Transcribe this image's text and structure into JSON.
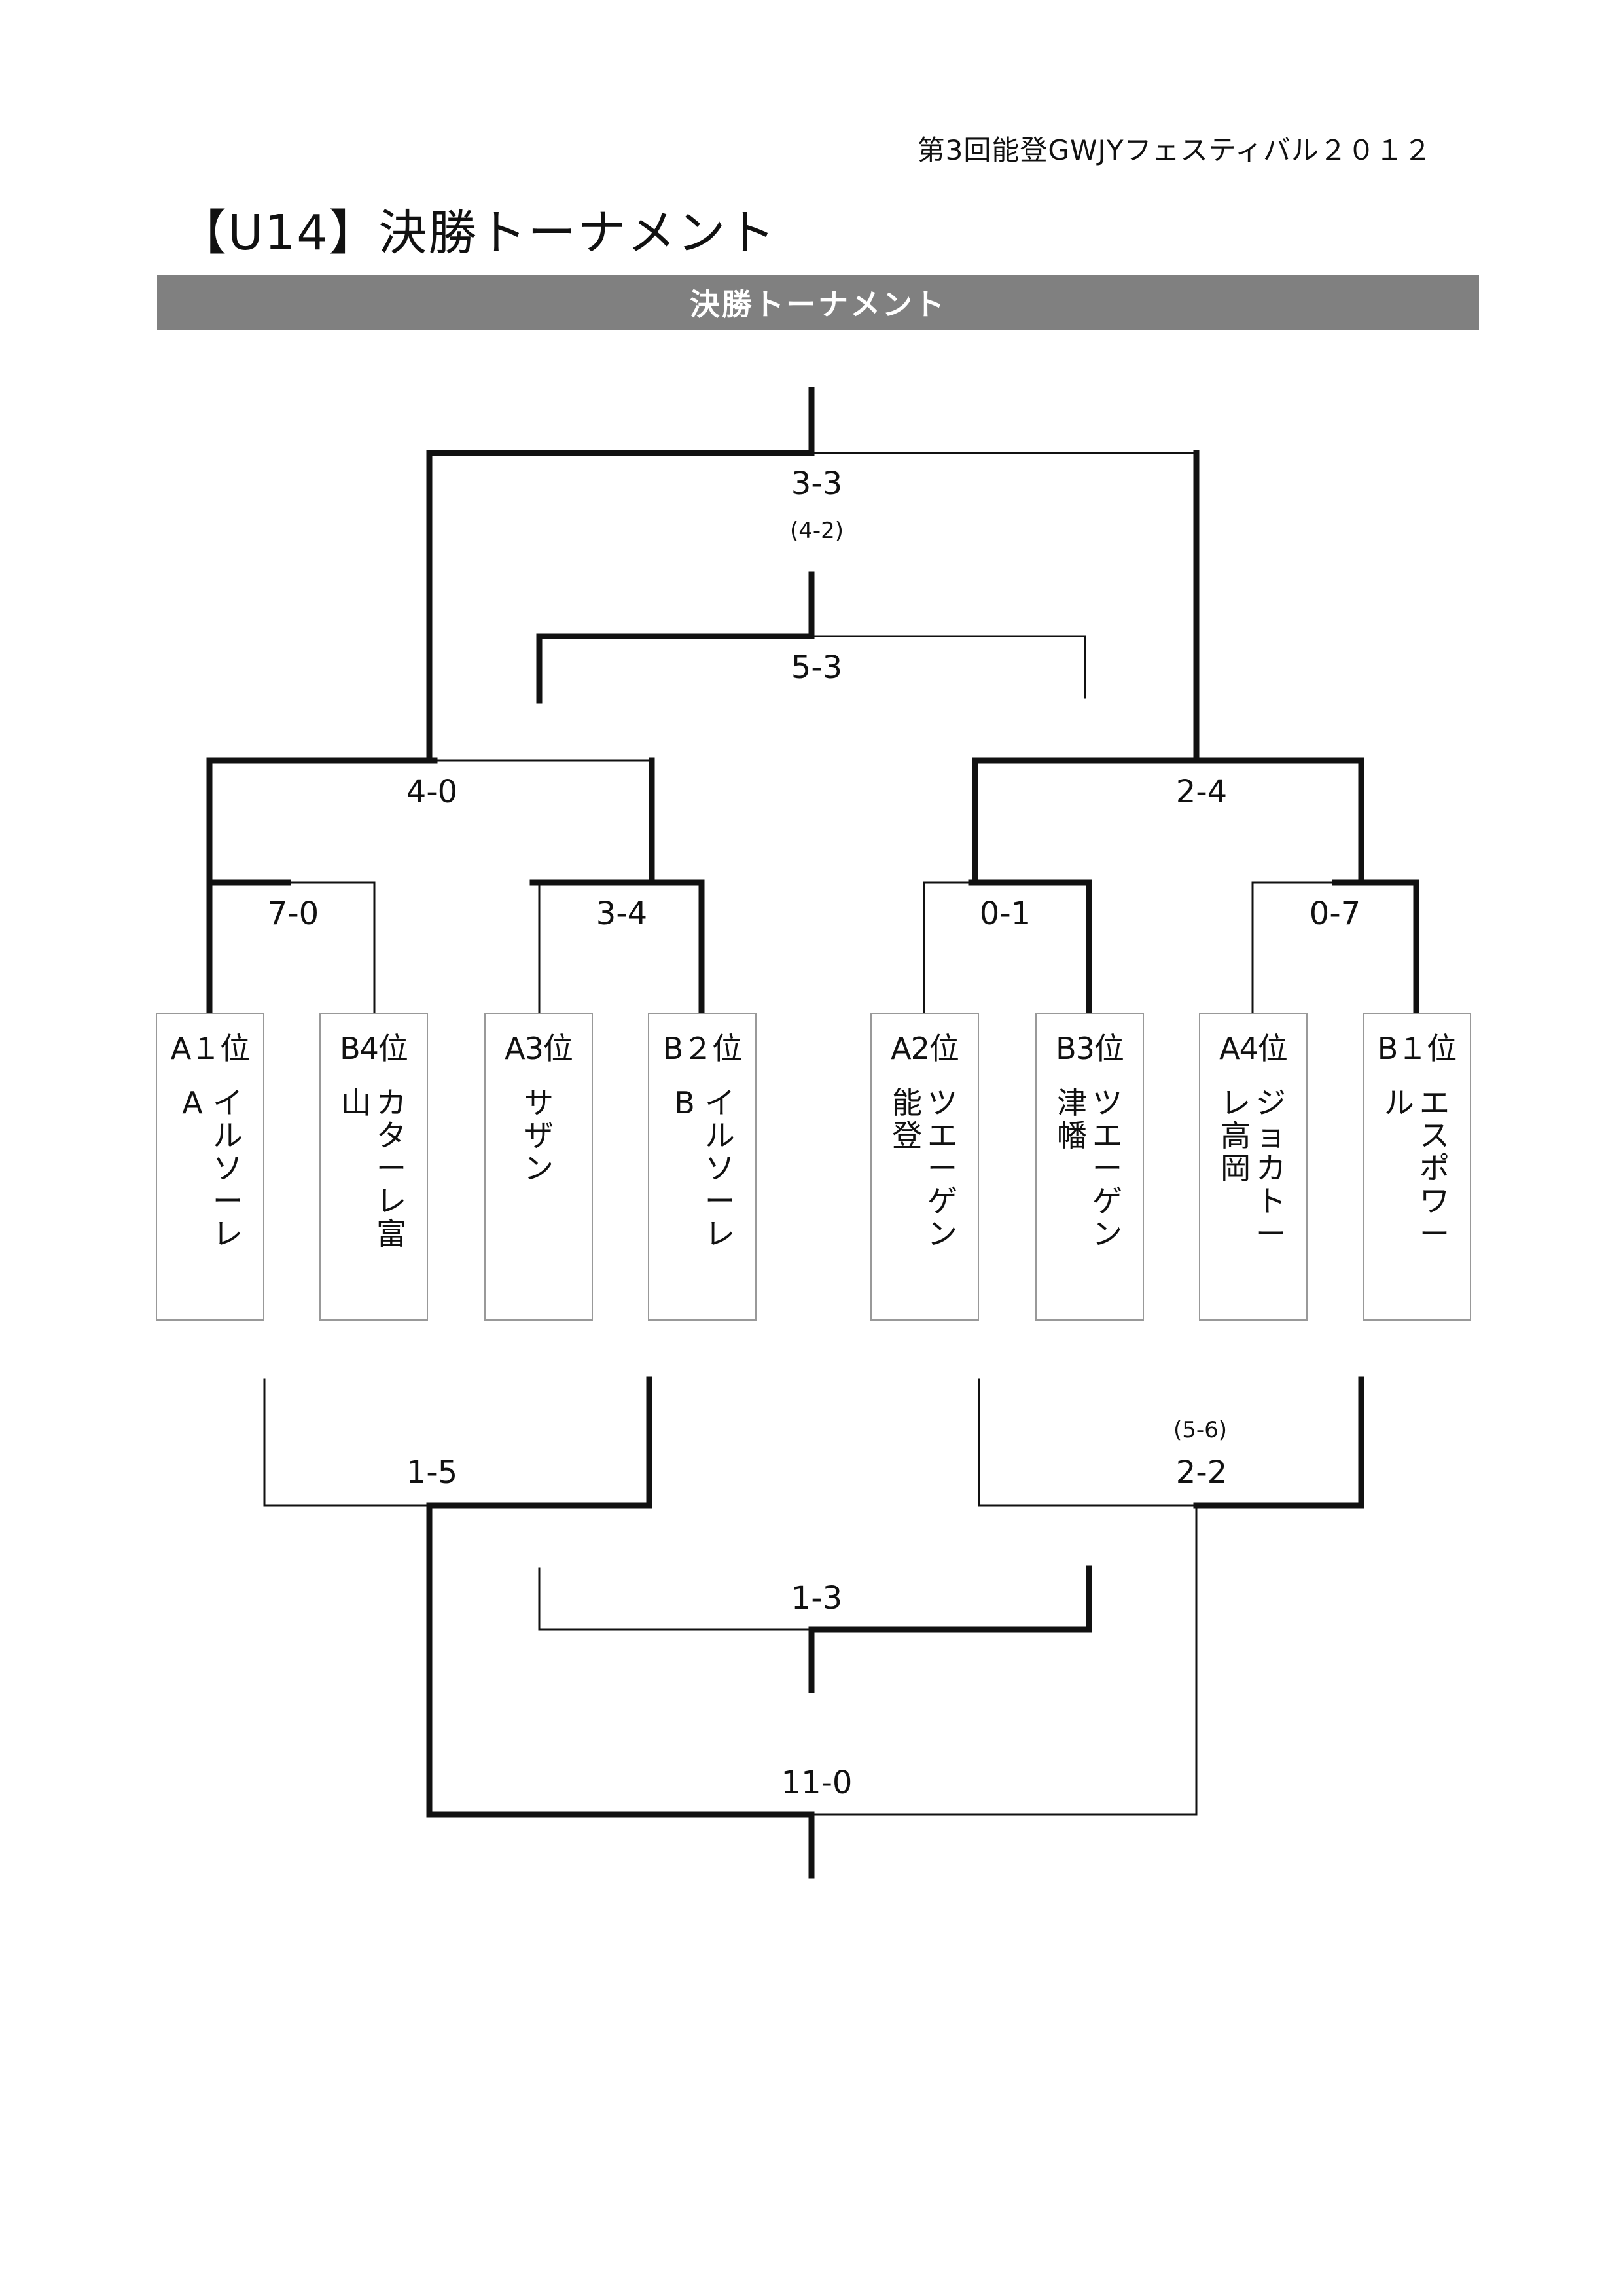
{
  "header": {
    "event": "第3回能登GWJYフェスティバル２０１２",
    "title": "【U14】決勝トーナメント"
  },
  "section_bar": {
    "label": "決勝トーナメント"
  },
  "teams": [
    {
      "seed": "A１位",
      "name_lines": [
        "イルソーレ",
        "A"
      ]
    },
    {
      "seed": "B4位",
      "name_lines": [
        "カターレ富",
        "山"
      ]
    },
    {
      "seed": "A3位",
      "name_lines": [
        "サザン"
      ]
    },
    {
      "seed": "B２位",
      "name_lines": [
        "イルソーレ",
        "B"
      ]
    },
    {
      "seed": "A2位",
      "name_lines": [
        "ツエーゲン",
        "能登"
      ]
    },
    {
      "seed": "B3位",
      "name_lines": [
        "ツエーゲン",
        "津幡"
      ]
    },
    {
      "seed": "A4位",
      "name_lines": [
        "ジョカトー",
        "レ高岡"
      ]
    },
    {
      "seed": "B１位",
      "name_lines": [
        "エスポワー",
        "ル"
      ]
    }
  ],
  "scores": {
    "r1": [
      "7-0",
      "3-4",
      "0-1",
      "0-7"
    ],
    "semi": [
      "4-0",
      "2-4"
    ],
    "final": "3-3",
    "final_pk": "(4-2)",
    "third_place": "5-3",
    "lower_semi": [
      "1-5",
      "2-2"
    ],
    "lower_semi_pk": "(5-6)",
    "lower_mid": "1-3",
    "lower_final": "11-0"
  },
  "colors": {
    "bar": "#808080",
    "line": "#111111"
  }
}
